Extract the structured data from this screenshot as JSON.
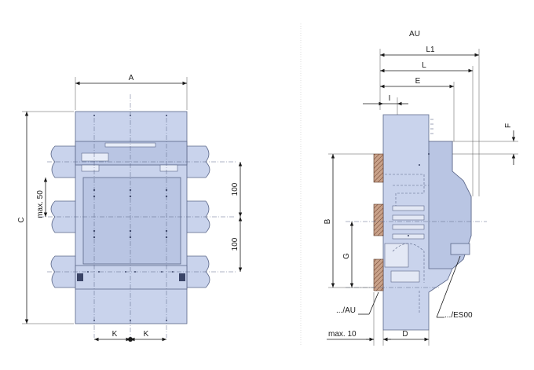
{
  "front_view": {
    "labels": {
      "A": "A",
      "C": "C",
      "max50": "max. 50",
      "d100_top": "100",
      "d100_bottom": "100",
      "K_left": "K",
      "K_right": "K"
    }
  },
  "side_view": {
    "labels": {
      "AU": "AU",
      "L1": "L1",
      "L": "L",
      "E": "E",
      "I": "I",
      "F": "F",
      "B": "B",
      "G": "G",
      "AU_ref": ".../AU",
      "ES00_ref": ".../ES00",
      "max10": "max. 10",
      "D": "D"
    }
  }
}
